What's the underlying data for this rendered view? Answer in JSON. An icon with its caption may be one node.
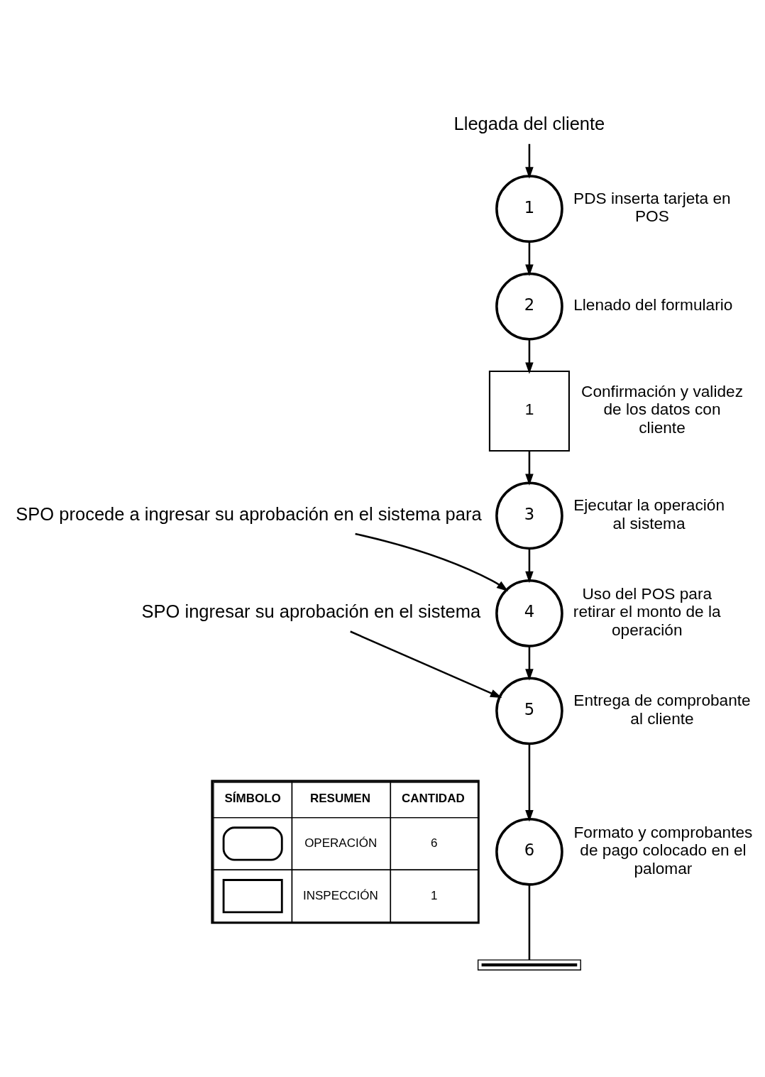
{
  "diagram": {
    "nodes": [
      {
        "text": [
          "Llegada del cliente"
        ]
      },
      {
        "text": [
          "1"
        ],
        "beside": [
          "PDS inserta tarjeta en POS"
        ]
      },
      {
        "text": [
          "2"
        ],
        "beside": [
          "Llenado del formulario"
        ]
      },
      {
        "text": [
          "1"
        ],
        "beside": [
          "Confirmación y validez de los datos con cliente"
        ]
      },
      {
        "text": [
          "3"
        ],
        "beside": [
          "Ejecutar la operación al sistema"
        ]
      },
      {
        "text": [
          "SPO procede a ingresar su aprobación en el sistema para"
        ]
      },
      {
        "text": [
          "4"
        ],
        "beside": [
          "Uso del POS para retirar el monto de la operación"
        ]
      },
      {
        "text": [
          "SPO ingresar su aprobación en el sistema"
        ]
      },
      {
        "text": [
          "5"
        ],
        "beside": [
          "Entrega de comprobante al cliente"
        ]
      },
      {
        "text": [
          "6"
        ],
        "beside": [
          "Formato y comprobantes de pago colocado en el palomar"
        ]
      },
      {
        "text": [],
        "shape": "bar"
      }
    ],
    "edges": [
      {
        "from": 0,
        "to": 1,
        "arrow": "to"
      },
      {
        "from": 1,
        "to": 2,
        "arrow": "to"
      },
      {
        "from": 2,
        "to": 3,
        "arrow": "to"
      },
      {
        "from": 3,
        "to": 4,
        "arrow": "to"
      },
      {
        "from": 4,
        "to": 6,
        "arrow": "to"
      },
      {
        "from": 5,
        "to": 6,
        "arrow": "to"
      },
      {
        "from": 6,
        "to": 8,
        "arrow": "to"
      },
      {
        "from": 7,
        "to": 8,
        "arrow": "to"
      },
      {
        "from": 8,
        "to": 9,
        "arrow": "to"
      },
      {
        "from": 9,
        "to": 10,
        "arrow": "none"
      }
    ],
    "labels": [
      "SÍMBOLO",
      "RESUMEN",
      "CANTIDAD",
      "OPERACIÓN",
      "6",
      "INSPECCIÓN",
      "1"
    ]
  }
}
